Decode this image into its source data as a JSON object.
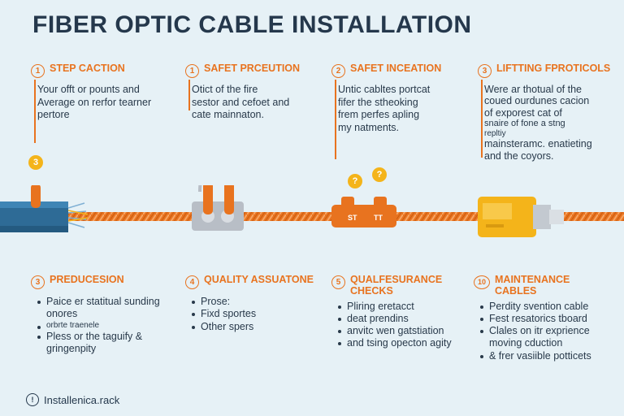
{
  "title": "FIBER OPTIC CABLE INSTALLATION",
  "colors": {
    "background": "#e6f1f6",
    "accent_orange": "#e8731f",
    "cable_blue": "#2e6b96",
    "connector_yellow": "#f4b41a",
    "gray_fitting": "#b8bec6"
  },
  "top_steps": [
    {
      "number": "1",
      "title": "STEP CACTION",
      "lines": [
        "Your offt or pounts and",
        "Average on rerfor tearner",
        "pertore"
      ]
    },
    {
      "number": "1",
      "title": "SAFET PRCEUTION",
      "lines": [
        "Otict of the fire",
        "sestor and cefoet and",
        "cate mainnaton."
      ]
    },
    {
      "number": "2",
      "title": "SAFET INCEATION",
      "lines": [
        "Untic cabltes portcat",
        "fifer the stheoking",
        "frem perfes apling",
        "my natments."
      ]
    },
    {
      "number": "3",
      "title": "LIFTTING FPROTICOLS",
      "lines": [
        "Were ar thotual of the",
        "coued ourdunes cacion",
        "of exporest cat of",
        "snaire of fone a stng",
        "repltiy",
        "mainsteramc. enatieting",
        "and the coyors."
      ]
    }
  ],
  "bottom_steps": [
    {
      "number": "3",
      "title_lines": [
        "PREDUCESION"
      ],
      "bullets": [
        "Paice er statitual sunding onores",
        "orbrte traenele",
        "Pless or the taguify & gringenpity"
      ]
    },
    {
      "number": "4",
      "title_lines": [
        "QUALITY ASSUATONE"
      ],
      "bullets": [
        "Prose:",
        "Fixd sportes",
        "Other spers"
      ]
    },
    {
      "number": "5",
      "title_lines": [
        "QUALFESURANCE",
        "CHECKS"
      ],
      "bullets": [
        "Pliring eretacct",
        "deat prendins",
        "anvitc wen gatstiation",
        "and tsing opecton agity"
      ]
    },
    {
      "number": "10",
      "title_lines": [
        "MAINTENANCE",
        "CABLES"
      ],
      "bullets": [
        "Perdity svention cable",
        "Fest resatorics  tboard",
        "Clales on itr exprience moving cduction",
        "& frer vasiible potticets"
      ]
    }
  ],
  "diagram": {
    "bubbles": [
      "3",
      "?",
      "?"
    ],
    "connector_label_left": "ST",
    "connector_label_right": "TT"
  },
  "footer": {
    "icon": "info-icon",
    "text": "Installenica.rack"
  }
}
